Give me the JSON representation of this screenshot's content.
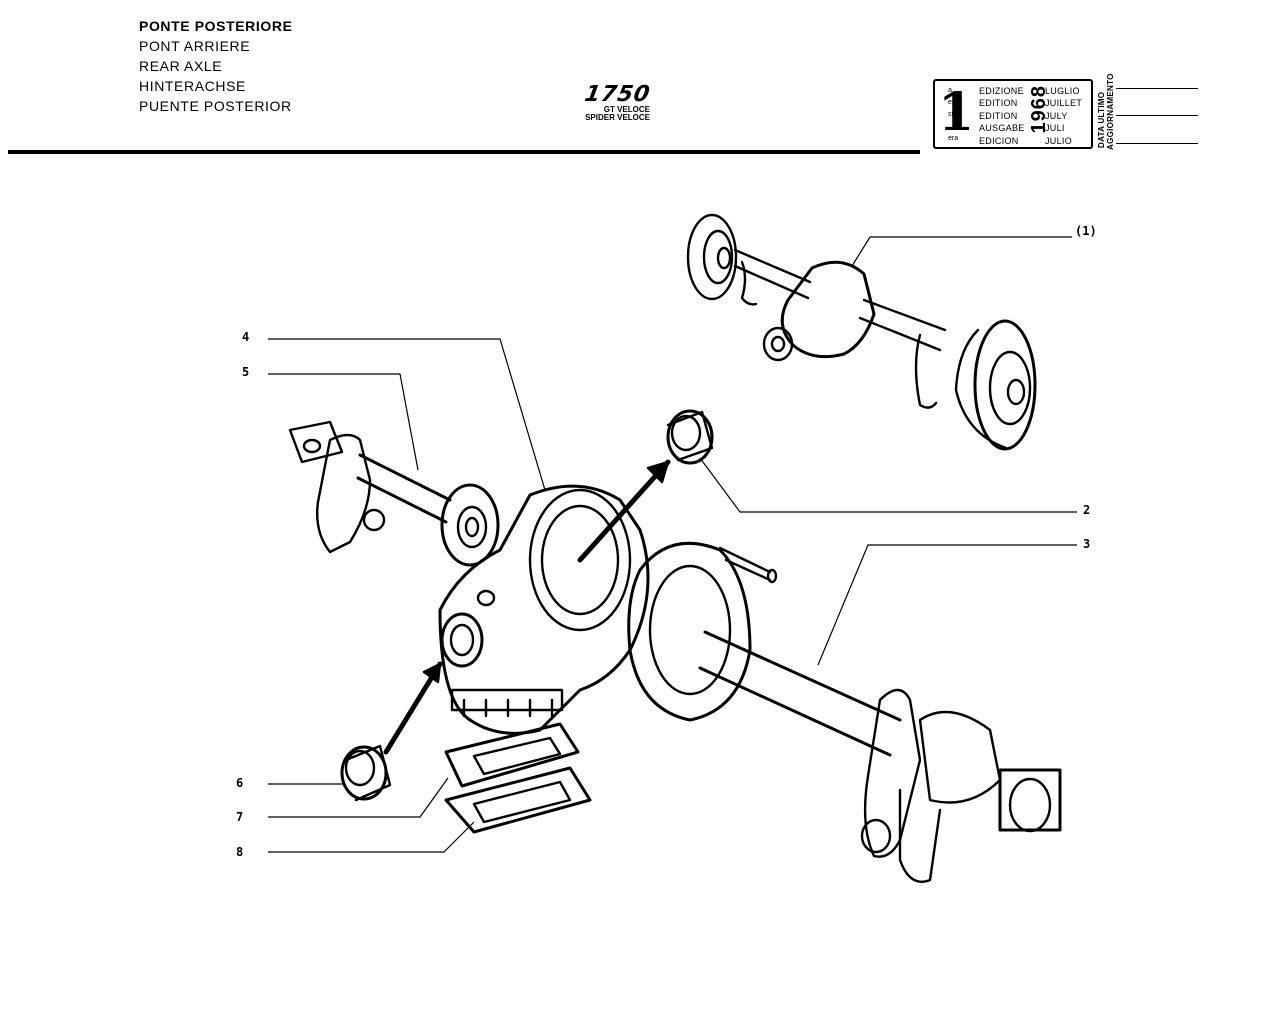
{
  "header": {
    "titles": [
      "PONTE POSTERIORE",
      "PONT ARRIERE",
      "REAR AXLE",
      "HINTERACHSE",
      "PUENTE POSTERIOR"
    ],
    "model_number": "1750",
    "model_variants": [
      "GT VELOCE",
      "SPIDER VELOCE"
    ]
  },
  "edition_box": {
    "number": "1",
    "ordinal_suffixes": [
      "a",
      "ere",
      "st",
      ".",
      "era"
    ],
    "edition_words": [
      "EDIZIONE",
      "EDITION",
      "EDITION",
      "AUSGABE",
      "EDICION"
    ],
    "year": "1968",
    "months": [
      "LUGLIO",
      "JUILLET",
      "JULY",
      "JULI",
      "JULIO"
    ],
    "update_label_lines": [
      "DATA ULTIMO",
      "AGGIORNAMENTO"
    ]
  },
  "callouts": {
    "c1": "(1)",
    "c2": "2",
    "c3": "3",
    "c4": "4",
    "c5": "5",
    "c6": "6",
    "c7": "7",
    "c8": "8"
  }
}
